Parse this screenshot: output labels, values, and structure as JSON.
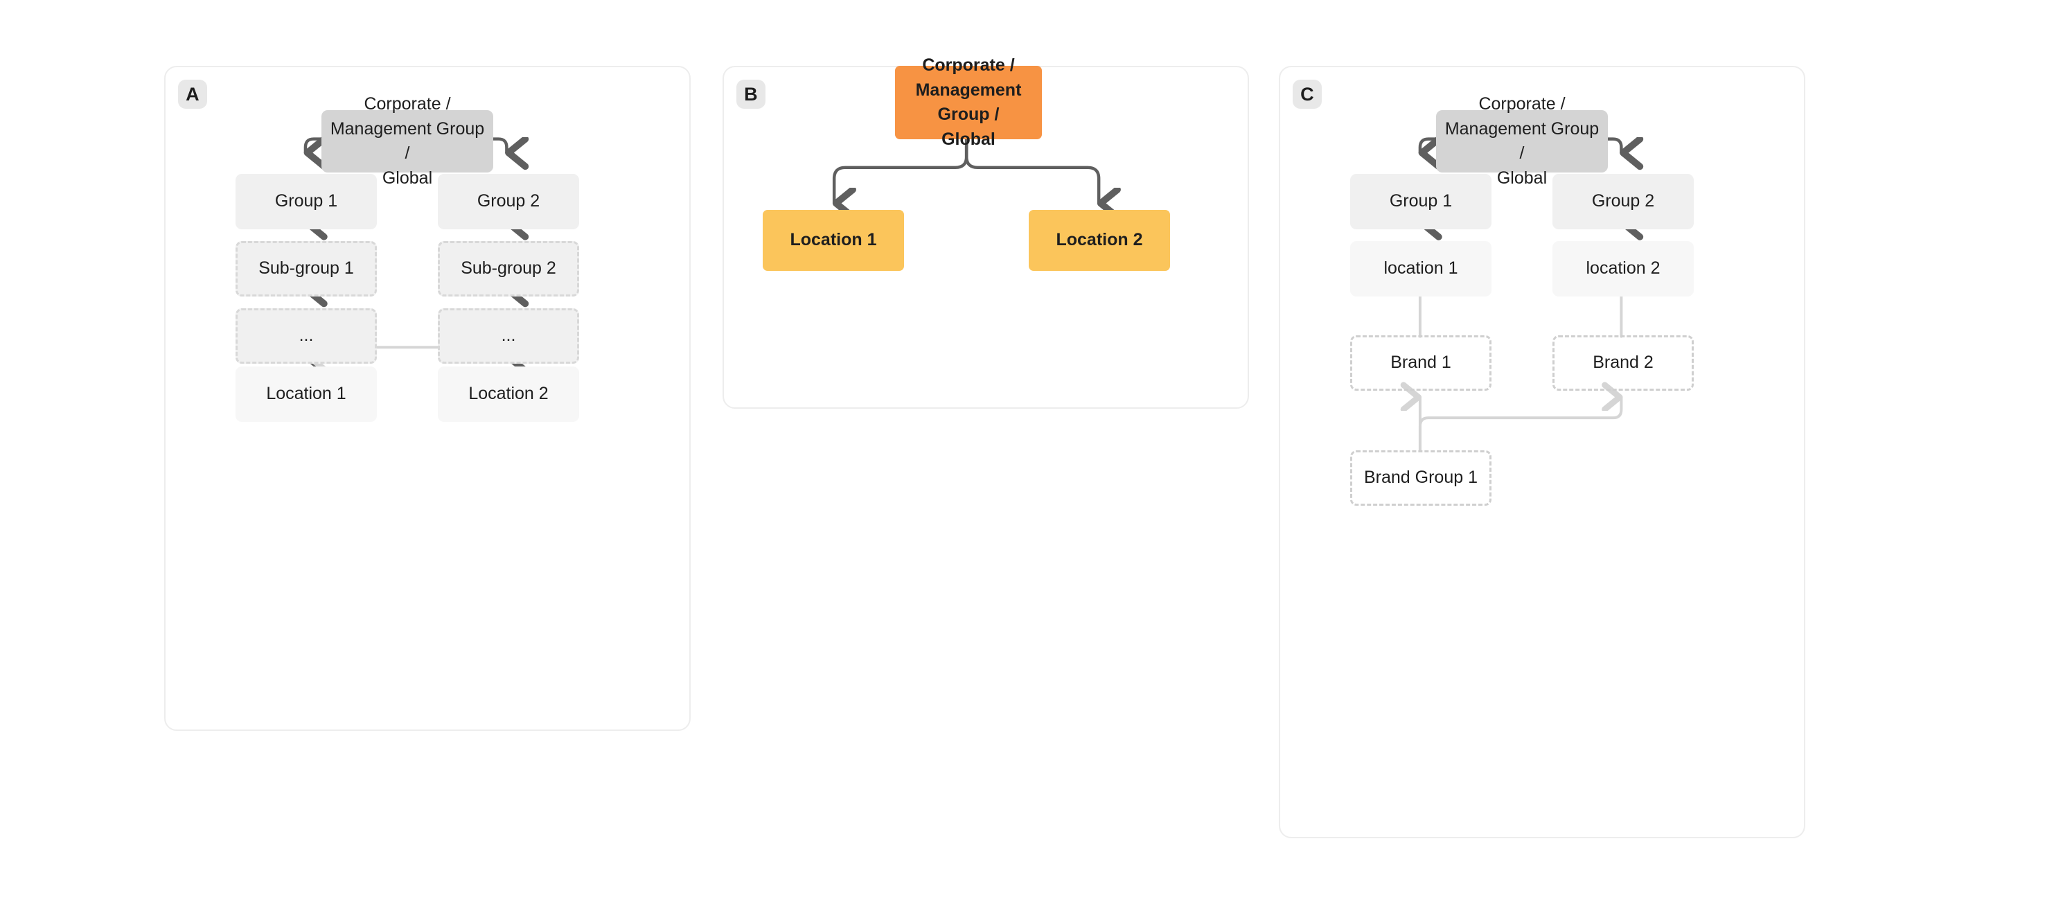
{
  "figure": {
    "type": "diagram",
    "description": "Three organizational hierarchy diagrams labelled A, B and C"
  },
  "colors": {
    "root_gray": "#d4d4d4",
    "group_gray": "#f0f0f0",
    "location_gray": "#f7f7f7",
    "dashed_border": "#d8d8d8",
    "orange": "#f79343",
    "amber": "#fbc55b",
    "arrow_dark": "#5f5f5f",
    "arrow_light": "#d5d5d5",
    "panel_border": "#ededed"
  },
  "panels": [
    {
      "badge": "A",
      "nodes": {
        "root": "Corporate /\nManagement Group /\nGlobal",
        "root_lines": [
          "Corporate /",
          "Management Group /",
          "Global"
        ],
        "group_1": "Group 1",
        "group_2": "Group 2",
        "subgroup_1": "Sub-group 1",
        "subgroup_2": "Sub-group 2",
        "ellipsis_1": "...",
        "ellipsis_2": "...",
        "location_1": "Location 1",
        "location_2": "Location 2"
      }
    },
    {
      "badge": "B",
      "nodes": {
        "root": "Corporate /\nManagement Group /\nGlobal",
        "root_lines": [
          "Corporate /",
          "Management Group /",
          "Global"
        ],
        "location_1": "Location 1",
        "location_2": "Location 2"
      }
    },
    {
      "badge": "C",
      "nodes": {
        "root": "Corporate /\nManagement Group /\nGlobal",
        "root_lines": [
          "Corporate /",
          "Management Group /",
          "Global"
        ],
        "group_1": "Group 1",
        "group_2": "Group 2",
        "location_1": "location 1",
        "location_2": "location 2",
        "brand_1": "Brand 1",
        "brand_2": "Brand 2",
        "brand_group_1": "Brand Group 1"
      }
    }
  ]
}
